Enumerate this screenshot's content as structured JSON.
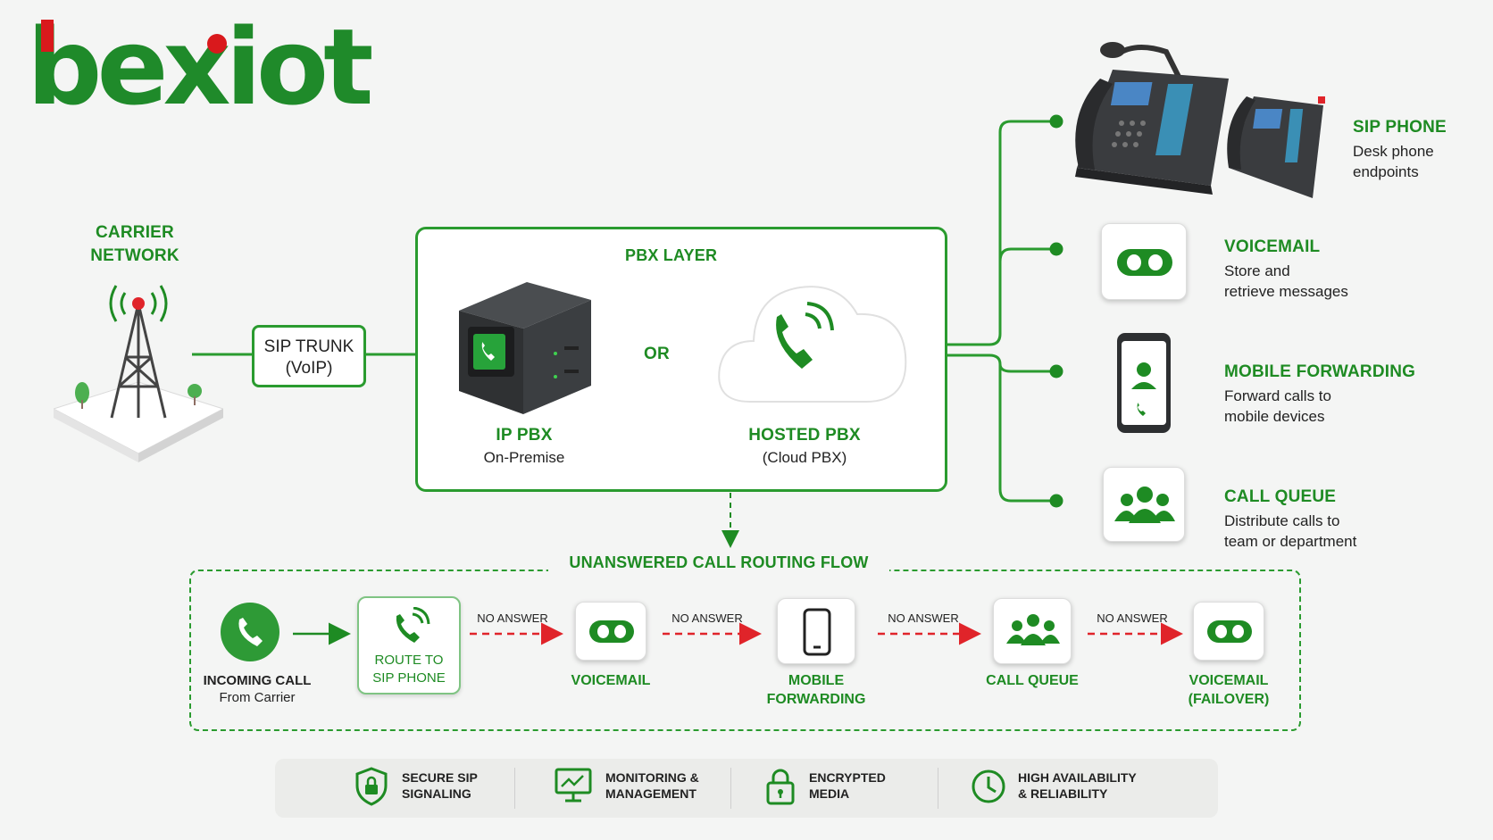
{
  "brand": {
    "logo_text": "bexiot"
  },
  "carrier": {
    "title_line1": "CARRIER",
    "title_line2": "NETWORK"
  },
  "sip_trunk": {
    "line1": "SIP TRUNK",
    "line2": "(VoIP)"
  },
  "pbx_layer": {
    "title": "PBX LAYER",
    "or_label": "OR",
    "ip_pbx": {
      "title": "IP PBX",
      "subtitle": "On-Premise"
    },
    "hosted_pbx": {
      "title": "HOSTED PBX",
      "subtitle": "(Cloud PBX)"
    }
  },
  "endpoints": [
    {
      "title": "SIP PHONE",
      "desc_line1": "Desk phone",
      "desc_line2": "endpoints"
    },
    {
      "title": "VOICEMAIL",
      "desc_line1": "Store and",
      "desc_line2": "retrieve messages"
    },
    {
      "title": "MOBILE FORWARDING",
      "desc_line1": "Forward calls to",
      "desc_line2": "mobile devices"
    },
    {
      "title": "CALL QUEUE",
      "desc_line1": "Distribute calls to",
      "desc_line2": "team or department"
    }
  ],
  "flow": {
    "title": "UNANSWERED CALL ROUTING FLOW",
    "incoming": {
      "title": "INCOMING CALL",
      "subtitle": "From Carrier"
    },
    "route": {
      "line1": "ROUTE TO",
      "line2": "SIP PHONE"
    },
    "no_answer": "NO ANSWER",
    "steps": [
      {
        "line1": "VOICEMAIL",
        "line2": ""
      },
      {
        "line1": "MOBILE",
        "line2": "FORWARDING"
      },
      {
        "line1": "CALL QUEUE",
        "line2": ""
      },
      {
        "line1": "VOICEMAIL",
        "line2": "(FAILOVER)"
      }
    ]
  },
  "features": [
    {
      "icon": "shield-lock-icon",
      "line1": "SECURE SIP",
      "line2": "SIGNALING"
    },
    {
      "icon": "monitor-chart-icon",
      "line1": "MONITORING &",
      "line2": "MANAGEMENT"
    },
    {
      "icon": "padlock-icon",
      "line1": "ENCRYPTED",
      "line2": "MEDIA"
    },
    {
      "icon": "clock-icon",
      "line1": "HIGH AVAILABILITY",
      "line2": "& RELIABILITY"
    }
  ],
  "colors": {
    "brand_green": "#1e8b23",
    "accent_red": "#d9191c",
    "line_green": "#2a9b2f"
  }
}
